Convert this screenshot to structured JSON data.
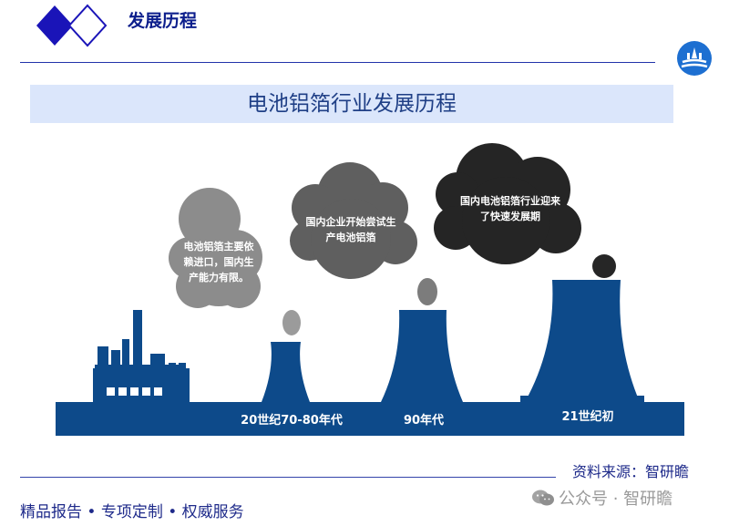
{
  "header": {
    "title": "发展历程"
  },
  "banner": {
    "title": "电池铝箔行业发展历程"
  },
  "diagram": {
    "clouds": [
      {
        "text": "电池铝箔主要依赖进口，国内生产能力有限。",
        "lines": [
          "电池铝箔主要依",
          "赖进口，国内生",
          "产能力有限。"
        ],
        "color": "#8c8c8c"
      },
      {
        "text": "国内企业开始尝试生产电池铝箔",
        "lines": [
          "国内企业开始尝试生",
          "产电池铝箔"
        ],
        "color": "#5f5f5f"
      },
      {
        "text": "国内电池铝箔行业迎来了快速发展期",
        "lines": [
          "国内电池铝箔行业迎来",
          "了快速发展期"
        ],
        "color": "#252525"
      }
    ],
    "eras": [
      {
        "label": "20世纪70-80年代"
      },
      {
        "label": "90年代"
      },
      {
        "label": "21世纪初"
      }
    ],
    "colors": {
      "ground": "#0d4a8a",
      "tower": "#0d4a8a"
    }
  },
  "source": "资料来源：智研瞻",
  "footer": {
    "text": "精品报告 •  专项定制 • 权威服务"
  },
  "watermark": {
    "text": "公众号 · 智研瞻",
    "icon": "wechat-icon"
  }
}
